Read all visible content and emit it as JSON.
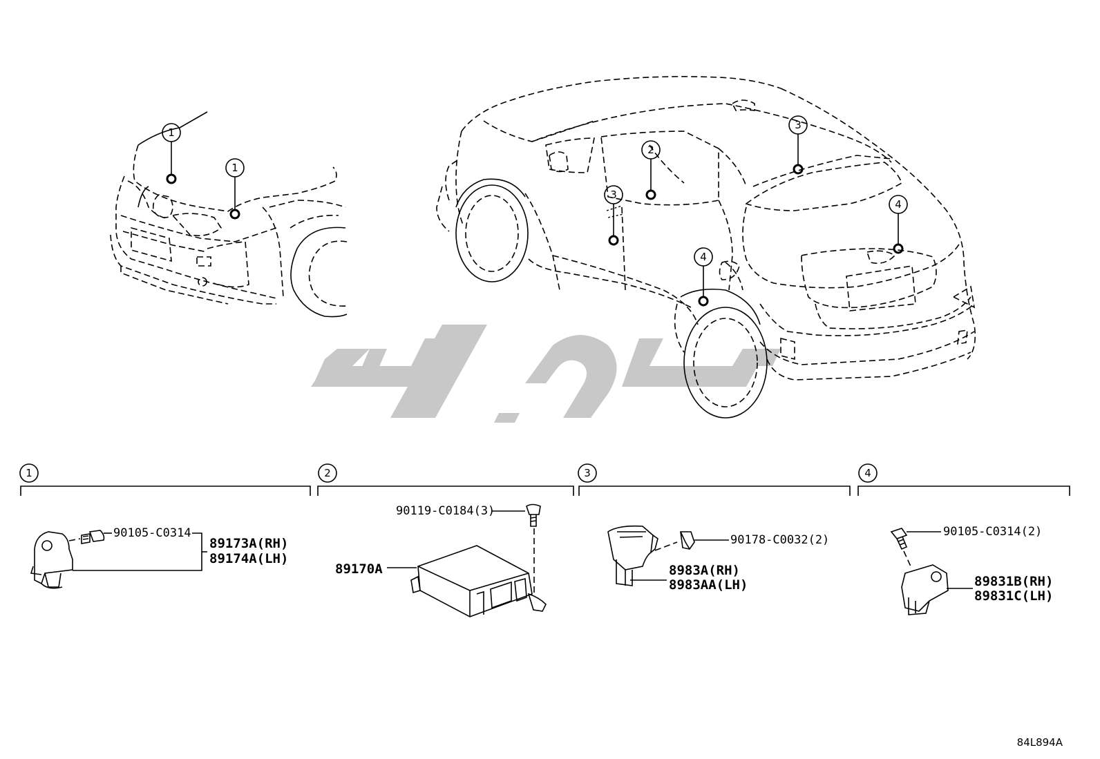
{
  "callouts": {
    "c1": "1",
    "c2": "2",
    "c3": "3",
    "c4": "4"
  },
  "groups": [
    {
      "id": "1",
      "parts": [
        {
          "label": "90105-C0314"
        },
        {
          "label": "89173A(RH)"
        },
        {
          "label": "89174A(LH)"
        }
      ]
    },
    {
      "id": "2",
      "parts": [
        {
          "label": "90119-C0184(3)"
        },
        {
          "label": "89170A"
        }
      ]
    },
    {
      "id": "3",
      "parts": [
        {
          "label": "90178-C0032(2)"
        },
        {
          "label": "8983A(RH)"
        },
        {
          "label": "8983AA(LH)"
        }
      ]
    },
    {
      "id": "4",
      "parts": [
        {
          "label": "90105-C0314(2)"
        },
        {
          "label": "89831B(RH)"
        },
        {
          "label": "89831C(LH)"
        }
      ]
    }
  ],
  "diagram_ref": "84L894A",
  "colors": {
    "line": "#000000",
    "watermark": "#c8c8c8",
    "background": "#ffffff"
  }
}
